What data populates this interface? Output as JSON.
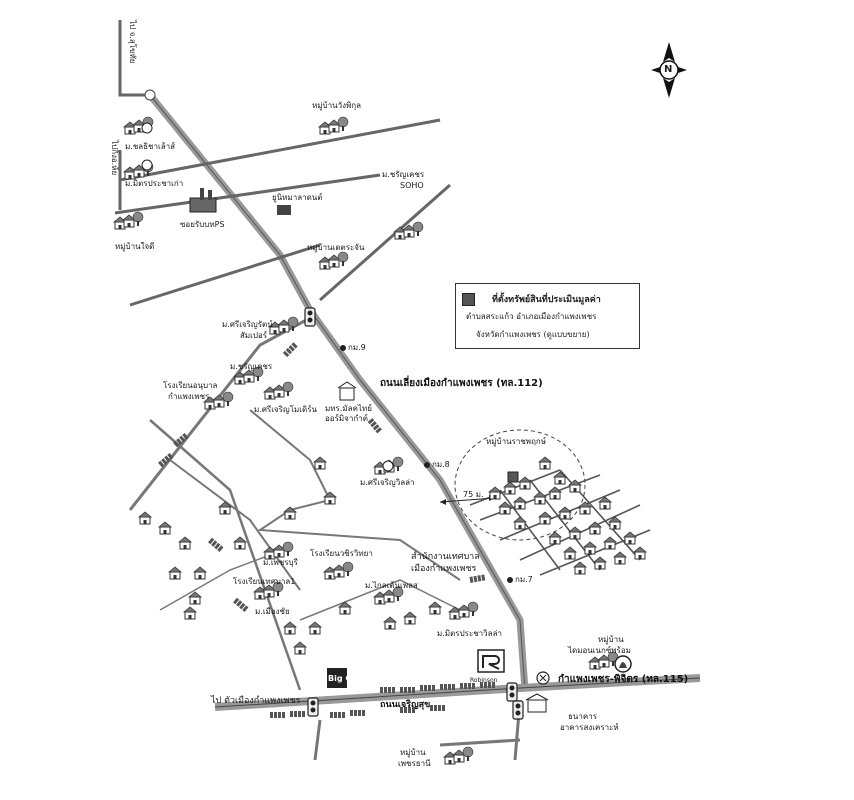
{
  "compass": {
    "label": "N"
  },
  "legend": {
    "title": "ที่ตั้งทรัพย์สินที่ประเมินมูลค่า",
    "line1": "ตำบลสระแก้ว อำเภอเมืองกำแพงเพชร",
    "line2": "จังหวัดกำแพงเพชร (ดูแบบขยาย)"
  },
  "roads": {
    "bypass": "ถนนเลี่ยงเมืองกำแพงเพชร (ทล.112)",
    "highway115": "กำแพงเพชร-พิจิตร (ทล.115)",
    "charoensuk": "ถนนเจริญสุข",
    "to_city": "ไป ตัวเมืองกำแพงเพชร",
    "top_left_road": "ไป จ.สุโขทัย",
    "top_left_road2": "ไปกิ่งอ.ห้ย"
  },
  "km_markers": [
    "กม.9",
    "กม.8",
    "กม.7"
  ],
  "distance": "75 ม.",
  "places": {
    "wangphikul": "หมู่บ้านวังพิกุล",
    "chotichaleo": "ม.ชลธิชาเล้าส์",
    "mitpracha": "ม.มิตรประชาเก่า",
    "soi_ps": "ซอยรับบทPS",
    "rubber": "ยูนิหมาลาดนต์",
    "chai_village": "หมู่บ้านใจดี",
    "charoenkhet": "ม.ชรัญเคชร",
    "soho": "SOHO",
    "khet_village": "หมู่บ้านเดตระจัน",
    "srichareon_rat": "ม.ศรีเจริญรัตน์",
    "sampet": "สัมเปอร์",
    "charoen2": "ม.ชรัญเคชร",
    "school_anuban": "โรงเรียนอนุบาล",
    "kampheng": "กำแพงเพชร",
    "srichareon_mae": "ม.ศรีเจริญโมเดิร์น",
    "school_monthai": "มทร.มัลคไทย์",
    "kamphet_sub": "ออร์มิจากำต์",
    "srichareon_tawan": "ม.ศรีเจริญวิลล่า",
    "target_village": "หมู่บ้านราชพฤกษ์",
    "phetchaburi": "ม.เพชรบุรี",
    "school_wit": "โรงเรียนวชิรวิทยา",
    "municipal": "สำนักงานเทศบาล",
    "municipal2": "เมืองกำแพงเพชร",
    "school_thet": "โรงเรียนเทศบาล1",
    "kochuan": "ม.ไกลเต้นเพลส",
    "mueang_chai": "ม.เมืองชัย",
    "mitprachasub": "ม.มิตรประชาวิลล่า",
    "village_se": "หมู่บ้าน",
    "village_se2": "ไดมอนเนกซ์พร้อม",
    "bank": "ธนาคาร",
    "bank2": "อาคารสงเคราะห์",
    "village_s": "หมู่บ้าน",
    "village_s2": "เพชรธานี",
    "big_c": "Big C",
    "robinson": "Robinson"
  }
}
